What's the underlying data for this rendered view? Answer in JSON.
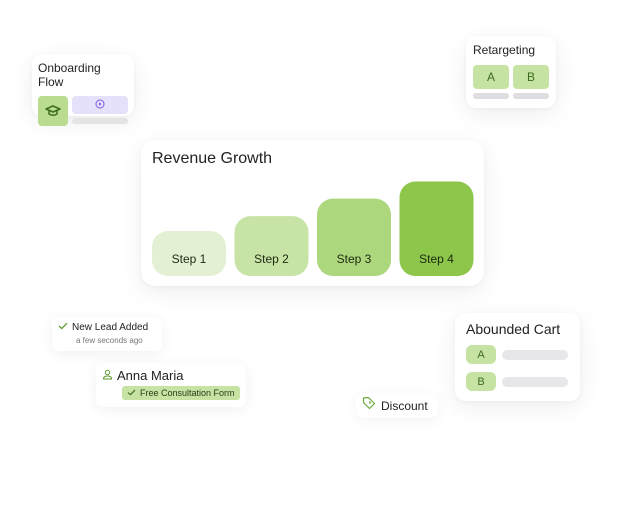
{
  "onboarding": {
    "title": "Onboarding Flow",
    "icon": "graduation-cap-icon",
    "media_icon": "play-icon"
  },
  "retargeting": {
    "title": "Retargeting",
    "variants": [
      "A",
      "B"
    ]
  },
  "revenue": {
    "title": "Revenue Growth"
  },
  "chart_data": {
    "type": "bar",
    "title": "Revenue Growth",
    "categories": [
      "Step 1",
      "Step 2",
      "Step 3",
      "Step 4"
    ],
    "values": [
      1,
      1.33,
      1.72,
      2.1
    ],
    "colors": [
      "#e3f0d3",
      "#c8e3a6",
      "#acd77c",
      "#8dc64b"
    ],
    "xlabel": "",
    "ylabel": "",
    "grid": false,
    "legend": "none"
  },
  "new_lead": {
    "title": "New Lead Added",
    "time": "a few seconds ago"
  },
  "contact": {
    "name": "Anna Maria",
    "tag": "Free Consultation Form"
  },
  "discount": {
    "label": "Discount"
  },
  "cart": {
    "title": "Abounded Cart",
    "variants": [
      "A",
      "B"
    ]
  }
}
